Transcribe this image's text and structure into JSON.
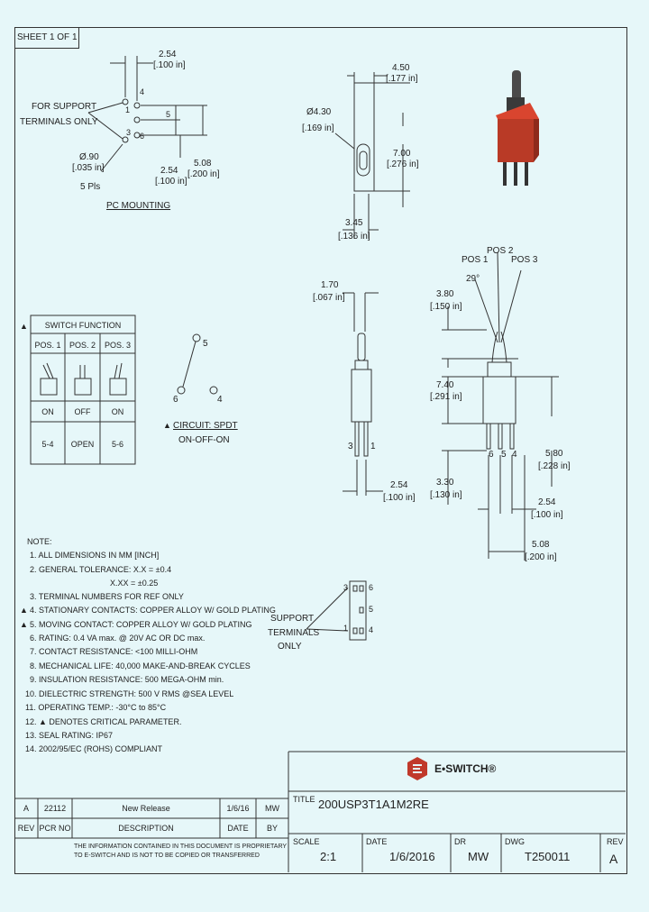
{
  "sheet_label": "SHEET 1 OF 1",
  "pc_mounting": {
    "title": "PC MOUNTING",
    "support_label_1": "FOR SUPPORT",
    "support_label_2": "TERMINALS ONLY",
    "dim_top_1": "2.54",
    "dim_top_2": "[.100 in]",
    "hole_dia_1": "Ø.90",
    "hole_dia_2": "[.035 in]",
    "hole_count": "5 Pls",
    "dim_mid_1": "2.54",
    "dim_mid_2": "[.100 in]",
    "dim_right_1": "5.08",
    "dim_right_2": "[.200 in]",
    "pin_numbers": [
      "4",
      "1",
      "5",
      "3",
      "6"
    ]
  },
  "front_view": {
    "width_1": "4.50",
    "width_2": "[.177 in]",
    "bushing_1": "Ø4.30",
    "bushing_2": "[.169 in]",
    "height_1": "7.00",
    "height_2": "[.276 in]",
    "bottom_1": "3.45",
    "bottom_2": "[.136 in]"
  },
  "switch_function": {
    "title": "SWITCH FUNCTION",
    "headers": [
      "POS. 1",
      "POS. 2",
      "POS. 3"
    ],
    "states": [
      "ON",
      "OFF",
      "ON"
    ],
    "connections": [
      "5-4",
      "OPEN",
      "5-6"
    ]
  },
  "circuit": {
    "label": "CIRCUIT: SPDT",
    "sublabel": "ON-OFF-ON",
    "pins": [
      "5",
      "6",
      "4"
    ]
  },
  "side_view": {
    "top_1": "1.70",
    "top_2": "[.067 in]",
    "pin_labels": [
      "3",
      "1"
    ],
    "bottom_1": "2.54",
    "bottom_2": "[.100 in]"
  },
  "right_view": {
    "pos1": "POS 1",
    "pos2": "POS 2",
    "pos3": "POS 3",
    "angle": "29°",
    "lever_1": "3.80",
    "lever_2": "[.150 in]",
    "body_1": "7.40",
    "body_2": "[.291 in]",
    "total_1": "5.80",
    "total_2": "[.228 in]",
    "pin_len_1": "3.30",
    "pin_len_2": "[.130 in]",
    "pitch_1": "2.54",
    "pitch_2": "[.100 in]",
    "span_1": "5.08",
    "span_2": "[.200 in]",
    "pin_labels": [
      "6",
      "5",
      "4"
    ]
  },
  "bottom_view": {
    "support_1": "SUPPORT",
    "support_2": "TERMINALS",
    "support_3": "ONLY",
    "pins": [
      "3",
      "6",
      "5",
      "1",
      "4"
    ]
  },
  "notes": {
    "heading": "NOTE:",
    "items": [
      "1. ALL DIMENSIONS IN MM [INCH]",
      "2. GENERAL TOLERANCE: X.X = ±0.4",
      "X.XX = ±0.25",
      "3. TERMINAL NUMBERS FOR REF ONLY",
      "4. STATIONARY CONTACTS: COPPER ALLOY W/ GOLD PLATING",
      "5. MOVING CONTACT: COPPER ALLOY W/ GOLD PLATING",
      "6. RATING: 0.4 VA max. @ 20V AC OR DC max.",
      "7. CONTACT RESISTANCE: <100 MILLI-OHM",
      "8. MECHANICAL LIFE: 40,000 MAKE-AND-BREAK CYCLES",
      "9. INSULATION RESISTANCE: 500 MEGA-OHM min.",
      "10. DIELECTRIC STRENGTH: 500 V RMS @SEA LEVEL",
      "11. OPERATING TEMP.: -30°C to 85°C",
      "12. ▲ DENOTES CRITICAL PARAMETER.",
      "13. SEAL RATING: IP67",
      "14. 2002/95/EC (ROHS) COMPLIANT"
    ]
  },
  "revision_table": {
    "row": [
      "A",
      "22112",
      "New Release",
      "1/6/16",
      "MW"
    ],
    "headers": [
      "REV",
      "PCR NO",
      "DESCRIPTION",
      "DATE",
      "BY"
    ],
    "disclaimer_1": "THE INFORMATION CONTAINED IN THIS DOCUMENT IS PROPRIETARY",
    "disclaimer_2": "TO E-SWITCH AND IS NOT TO BE COPIED OR TRANSFERRED"
  },
  "title_block": {
    "brand": "E•SWITCH®",
    "title_label": "TITLE",
    "title_value": "200USP3T1A1M2RE",
    "scale_label": "SCALE",
    "scale_value": "2:1",
    "date_label": "DATE",
    "date_value": "1/6/2016",
    "dr_label": "DR",
    "dr_value": "MW",
    "dwg_label": "DWG",
    "dwg_value": "T250011",
    "rev_label": "REV",
    "rev_value": "A"
  },
  "colors": {
    "background": "#e6f7f9",
    "line": "#333333",
    "switch_red": "#c0392b",
    "brand_red": "#c0392b"
  }
}
